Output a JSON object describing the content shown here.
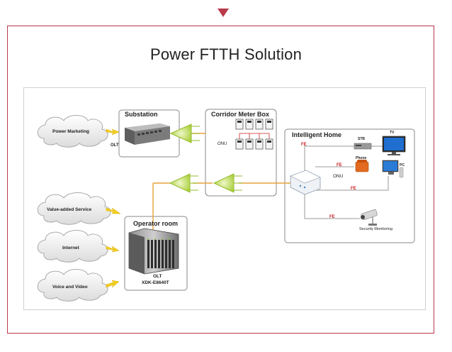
{
  "page": {
    "title": "Power FTTH Solution"
  },
  "clouds": {
    "power_marketing": "Power Marketing",
    "value_added": "Value-added Service",
    "internet": "Internet",
    "voice_video": "Voice and Video"
  },
  "substation": {
    "title": "Substation",
    "device_label": "OLT"
  },
  "corridor": {
    "title": "Corridor Meter Box",
    "onu_label": "ONU"
  },
  "home": {
    "title": "Intelligent Home",
    "onu_label": "ONU",
    "stb": "STB",
    "tv": "TV",
    "phone": "Phone",
    "pc": "PC",
    "security": "Security Monitoring",
    "fe": "FE"
  },
  "operator": {
    "title": "Operator room",
    "olt_label": "OLT",
    "model": "XDK-E8640T"
  },
  "colors": {
    "accent": "#b83a4b",
    "fiber": "#e8a23a",
    "splitter": "#b7d84a",
    "fe": "#cc2222",
    "box_border": "#888888"
  }
}
